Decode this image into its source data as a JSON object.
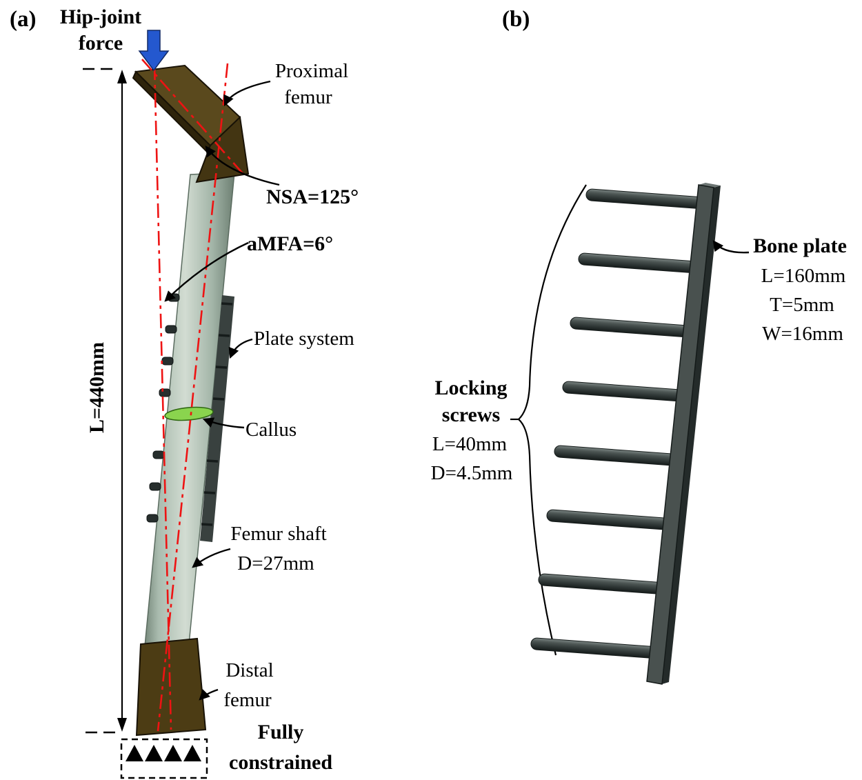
{
  "figure": {
    "panels": {
      "a": {
        "tag": "(a)",
        "labels": {
          "hip_force_1": "Hip-joint",
          "hip_force_2": "force",
          "proximal_1": "Proximal",
          "proximal_2": "femur",
          "nsa": "NSA=125°",
          "amfa": "aMFA=6°",
          "length": "L=440mm",
          "plate_system": "Plate system",
          "callus": "Callus",
          "shaft_1": "Femur shaft",
          "shaft_2": "D=27mm",
          "distal_1": "Distal",
          "distal_2": "femur",
          "constrained_1": "Fully",
          "constrained_2": "constrained"
        }
      },
      "b": {
        "tag": "(b)",
        "labels": {
          "screws_1": "Locking",
          "screws_2": "screws",
          "screws_length": "L=40mm",
          "screws_diameter": "D=4.5mm",
          "plate_title": "Bone plate",
          "plate_length": "L=160mm",
          "plate_thickness": "T=5mm",
          "plate_width": "W=16mm"
        }
      }
    },
    "colors": {
      "force_arrow_blue": "#2458cf",
      "axis_red": "#ee1313",
      "bone_brown": "#5a491d",
      "bone_brown_dark": "#433512",
      "bone_brown_distal": "#4c3c14",
      "shaft_gray_green": "#c3d0c5",
      "callus_green": "#8ad44e",
      "plate_gray": "#39413f",
      "bone_plate_gray": "#49514f",
      "screw_gray": "#3a4240"
    }
  }
}
